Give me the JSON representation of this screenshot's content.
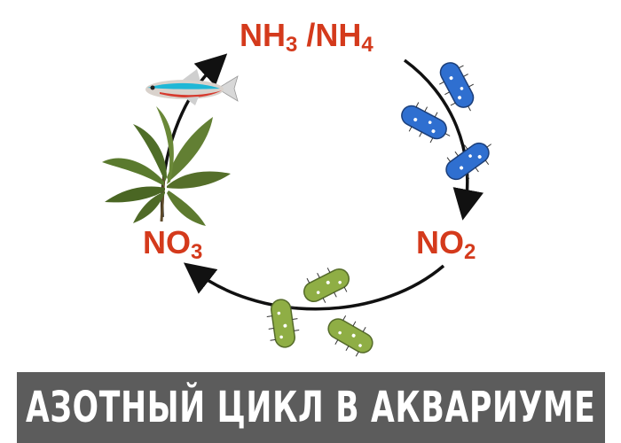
{
  "cycle": {
    "top": {
      "main": "NH",
      "sub1": "3",
      "sep": " /NH",
      "sub2": "4"
    },
    "right": {
      "main": "NO",
      "sub": "2"
    },
    "left": {
      "main": "NO",
      "sub": "3"
    }
  },
  "footer": {
    "title": "АЗОТНЫЙ ЦИКЛ В АКВАРИУМЕ"
  },
  "colors": {
    "label": "#d43a1c",
    "arrow": "#111111",
    "bacteria_blue": "#2f6fd0",
    "bacteria_green": "#8fae45",
    "footer_bg": "#5c5c5c",
    "footer_text": "#ffffff"
  },
  "icons": [
    "fish-icon",
    "plant-icon",
    "blue-bacteria-icon",
    "green-bacteria-icon"
  ]
}
